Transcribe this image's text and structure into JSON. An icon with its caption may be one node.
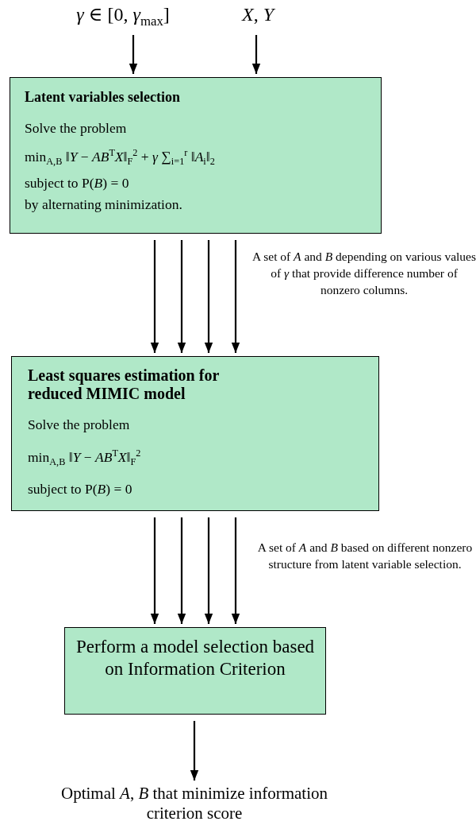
{
  "diagram": {
    "nodes": [
      {
        "text": [
          "*γ* ∈ [0, *γ*$_{max}$]"
        ]
      },
      {
        "text": [
          "*X*, *Y*"
        ]
      },
      {
        "text": [
          "Latent variables selection",
          "Solve the problem",
          "min$_{A,B}$   ‖*Y* − *AB*$^{T}$*X*‖$_{F}$$^{2}$ + *γ* ∑$_{i=1}$$^{r}$ ‖*A*$_{i}$‖$_{2}$",
          "subject to   P(*B*) = 0",
          "by alternating minimization."
        ]
      },
      {
        "text": [
          "Least squares estimation for reduced MIMIC model",
          "Solve the problem",
          "min$_{A,B}$   ‖*Y* − *AB*$^{T}$*X*‖$_{F}$$^{2}$",
          "subject to   P(*B*) = 0"
        ]
      },
      {
        "text": [
          "Perform a model selection based on Information Criterion"
        ]
      },
      {
        "text": [
          "Optimal *A*, *B* that minimize information criterion score"
        ]
      }
    ],
    "edges": [
      {
        "from": 0,
        "to": 2,
        "arrow": "to"
      },
      {
        "from": 1,
        "to": 2,
        "arrow": "to"
      },
      {
        "from": 2,
        "to": 3,
        "arrow": "to"
      },
      {
        "from": 2,
        "to": 3,
        "arrow": "to"
      },
      {
        "from": 2,
        "to": 3,
        "arrow": "to"
      },
      {
        "from": 2,
        "to": 3,
        "arrow": "to"
      },
      {
        "from": 3,
        "to": 4,
        "arrow": "to"
      },
      {
        "from": 3,
        "to": 4,
        "arrow": "to"
      },
      {
        "from": 3,
        "to": 4,
        "arrow": "to"
      },
      {
        "from": 3,
        "to": 4,
        "arrow": "to"
      },
      {
        "from": 4,
        "to": 5,
        "arrow": "to"
      }
    ],
    "labels": [
      "A set of *A* and *B* depending on various values of *γ* that provide difference number of nonzero columns.",
      "A set of *A* and *B* based on different nonzero structure from latent variable selection."
    ]
  }
}
